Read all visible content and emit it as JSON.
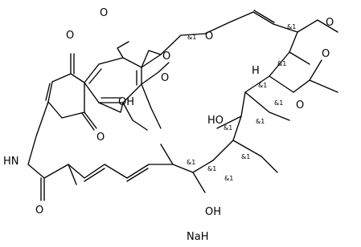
{
  "structure": {
    "atom_labels": {
      "o_ketone_top": "O",
      "o_lactone": "O",
      "o_ring_ether": "O",
      "o_vinyl_ether": "O",
      "o_methoxy": "O",
      "o_ester": "O",
      "o_acetyl": "O",
      "o_quinone_top": "O",
      "o_quinone_low": "O",
      "o_amide": "O",
      "hydroxy_phenol": "OH",
      "hydroxy_mid": "HO",
      "hydroxy_low": "OH",
      "amide_nh": "HN",
      "hydrogen": "H"
    },
    "stereo_labels": {
      "s1": "&1",
      "s2": "&1",
      "s3": "&1",
      "s4": "&1",
      "s5": "&1",
      "s6": "&1",
      "s7": "&1",
      "s8": "&1",
      "s9": "&1",
      "s10": "&1",
      "s11": "&1"
    },
    "counter_ion": "NaH"
  }
}
